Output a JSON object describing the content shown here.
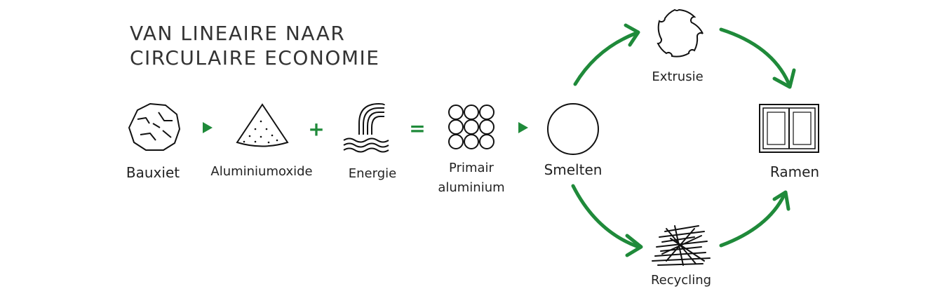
{
  "title": {
    "line1": "VAN LINEAIRE NAAR",
    "line2": "CIRCULAIRE ECONOMIE"
  },
  "labels": {
    "bauxiet": "Bauxiet",
    "aluminiumoxide": "Aluminiumoxide",
    "energie": "Energie",
    "primair_line1": "Primair",
    "primair_line2": "aluminium",
    "smelten": "Smelten",
    "extrusie": "Extrusie",
    "ramen": "Ramen",
    "recycling": "Recycling"
  },
  "operators": {
    "plus": "+",
    "equals": "="
  },
  "icons": [
    "rock-icon",
    "powder-pile-icon",
    "energy-water-icon",
    "stacked-circles-icon",
    "circle-icon",
    "extrusion-die-icon",
    "window-frame-icon",
    "scrap-pile-icon"
  ],
  "colors": {
    "accent_green": "#1f8a3a",
    "text": "#222222",
    "stroke": "#111111"
  }
}
